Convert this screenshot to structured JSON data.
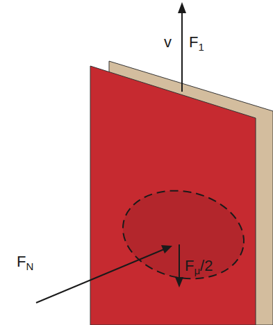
{
  "diagram": {
    "labels": [
      "v",
      "F1",
      "FN",
      "Fμ/2"
    ]
  }
}
